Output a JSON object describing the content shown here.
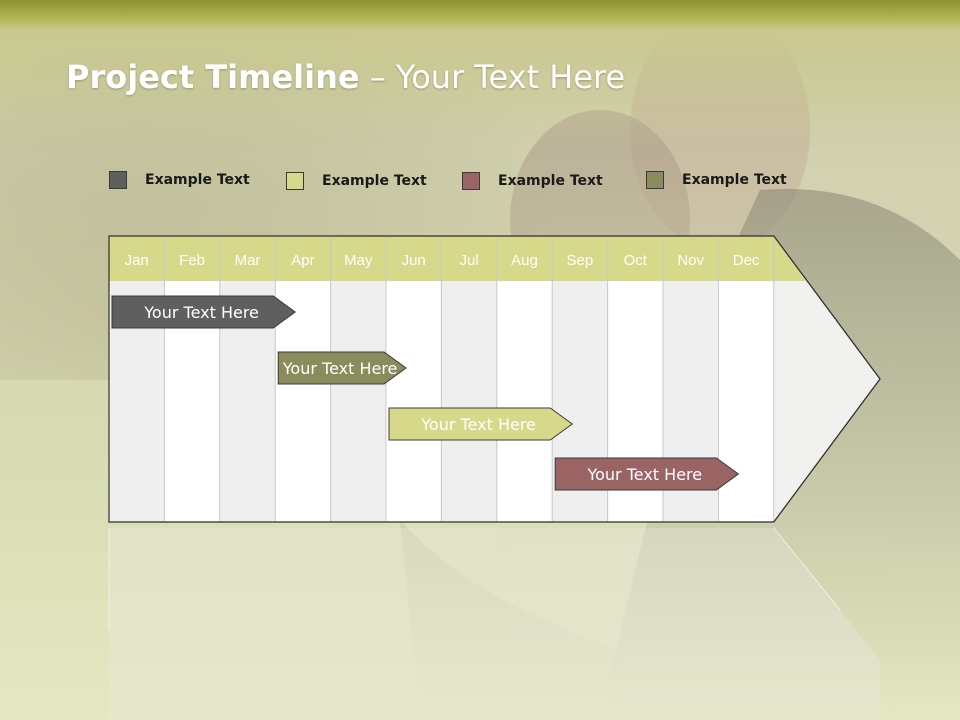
{
  "title": {
    "bold": "Project Timeline",
    "rest": " – Your Text Here"
  },
  "legend": [
    {
      "label": "Example Text",
      "color": "#5f5f5f"
    },
    {
      "label": "Example Text",
      "color": "#d6d98a"
    },
    {
      "label": "Example Text",
      "color": "#9a6464"
    },
    {
      "label": "Example Text",
      "color": "#8a8c5c"
    }
  ],
  "timeline": {
    "months": [
      "Jan",
      "Feb",
      "Mar",
      "Apr",
      "May",
      "Jun",
      "Jul",
      "Aug",
      "Sep",
      "Oct",
      "Nov",
      "Dec"
    ],
    "tasks": [
      {
        "label": "Your  Text Here",
        "start": "Jan",
        "end": "Mar",
        "color": "#5f5f5f"
      },
      {
        "label": "Your  Text Here",
        "start": "Apr",
        "end": "May",
        "color": "#8a8c5c"
      },
      {
        "label": "Your  Text Here",
        "start": "Jun",
        "end": "Aug",
        "color": "#d6d98a"
      },
      {
        "label": "Your  Text Here",
        "start": "Sep",
        "end": "Nov",
        "color": "#9a6464"
      }
    ]
  },
  "colors": {
    "accent": "#b9bd52",
    "header_fill": "#d6d98a"
  }
}
